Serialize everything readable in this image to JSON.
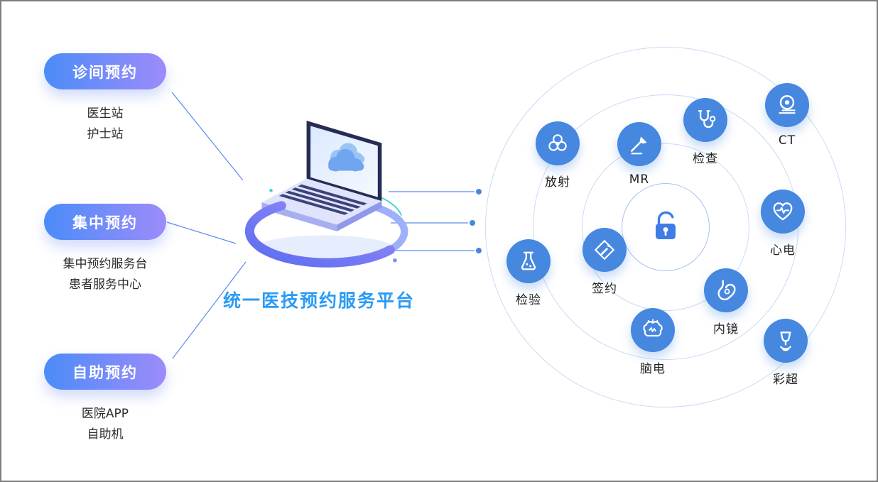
{
  "diagram": {
    "title": "统一医技预约服务平台"
  },
  "channels": [
    {
      "label": "诊间预约",
      "items": [
        "医生站",
        "护士站"
      ]
    },
    {
      "label": "集中预约",
      "items": [
        "集中预约服务台",
        "患者服务中心"
      ]
    },
    {
      "label": "自助预约",
      "items": [
        "医院APP",
        "自助机"
      ]
    }
  ],
  "hub": {
    "illustration": "laptop-with-cloud-and-orbit-swirl"
  },
  "services": {
    "center_icon": "open-padlock-icon",
    "nodes": [
      {
        "label": "放射",
        "icon": "biohazard-icon"
      },
      {
        "label": "MR",
        "icon": "scalpel-icon"
      },
      {
        "label": "检查",
        "icon": "stethoscope-icon"
      },
      {
        "label": "CT",
        "icon": "ct-scanner-icon"
      },
      {
        "label": "心电",
        "icon": "heart-ecg-icon"
      },
      {
        "label": "检验",
        "icon": "lab-flask-icon"
      },
      {
        "label": "签约",
        "icon": "pen-nib-icon"
      },
      {
        "label": "内镜",
        "icon": "stomach-icon"
      },
      {
        "label": "脑电",
        "icon": "brain-icon"
      },
      {
        "label": "彩超",
        "icon": "ultrasound-probe-icon"
      }
    ]
  },
  "colors": {
    "pill_gradient_start": "#4B8CF8",
    "pill_gradient_end": "#9D8BFA",
    "node_blue": "#4687E0",
    "ring_stroke": "#CBDAF5",
    "title_blue": "#2B9BF5",
    "connector_blue": "#5B8DF0",
    "lock_blue": "#3F7CE6",
    "label_text": "#1F1F1F"
  }
}
